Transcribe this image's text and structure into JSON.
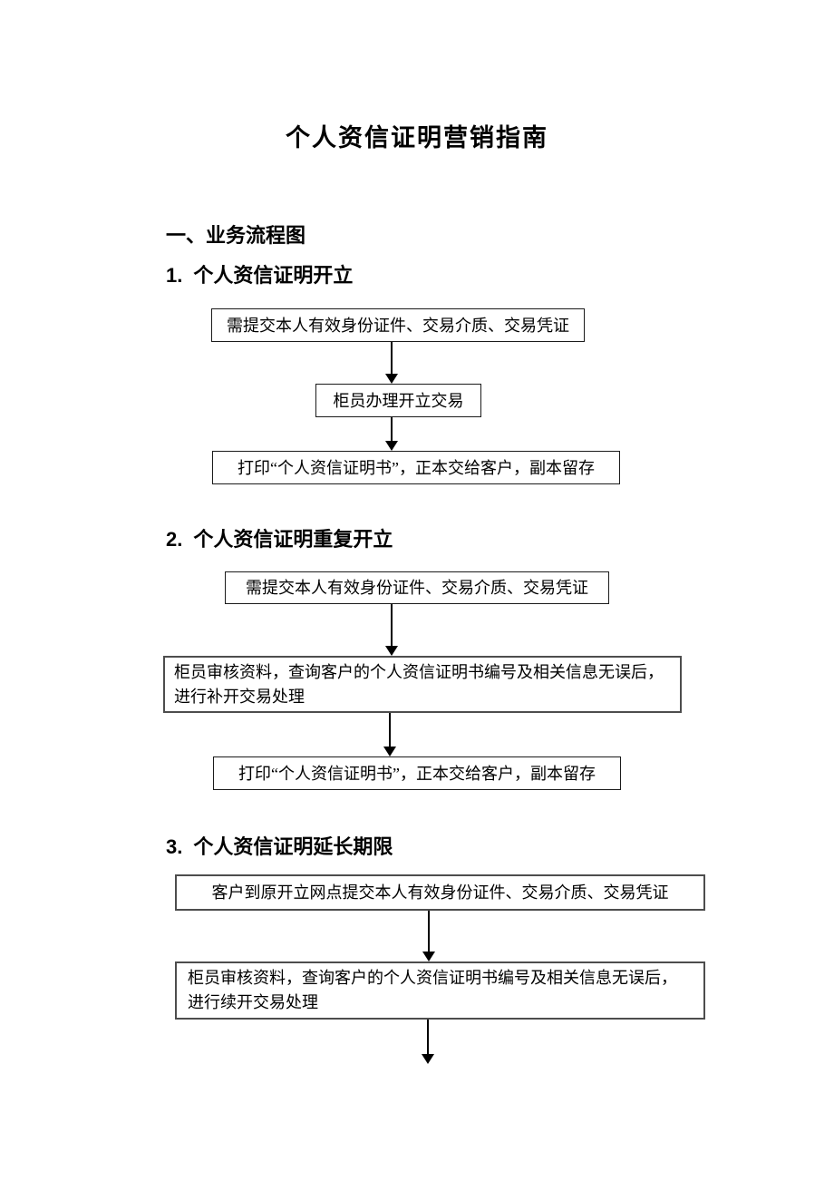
{
  "document": {
    "title": "个人资信证明营销指南",
    "toc": {
      "number": "一、",
      "label": "业务流程图"
    },
    "sections": [
      {
        "number": "1.",
        "title": "个人资信证明开立",
        "steps": [
          "需提交本人有效身份证件、交易介质、交易凭证",
          "柜员办理开立交易",
          "打印“个人资信证明书”，正本交给客户，副本留存"
        ]
      },
      {
        "number": "2.",
        "title": "个人资信证明重复开立",
        "steps": [
          "需提交本人有效身份证件、交易介质、交易凭证",
          "柜员审核资料，查询客户的个人资信证明书编号及相关信息无误后，进行补开交易处理",
          "打印“个人资信证明书”，正本交给客户，副本留存"
        ]
      },
      {
        "number": "3.",
        "title": "个人资信证明延长期限",
        "steps": [
          "客户到原开立网点提交本人有效身份证件、交易介质、交易凭证",
          "柜员审核资料，查询客户的个人资信证明书编号及相关信息无误后，进行续开交易处理"
        ]
      }
    ]
  }
}
